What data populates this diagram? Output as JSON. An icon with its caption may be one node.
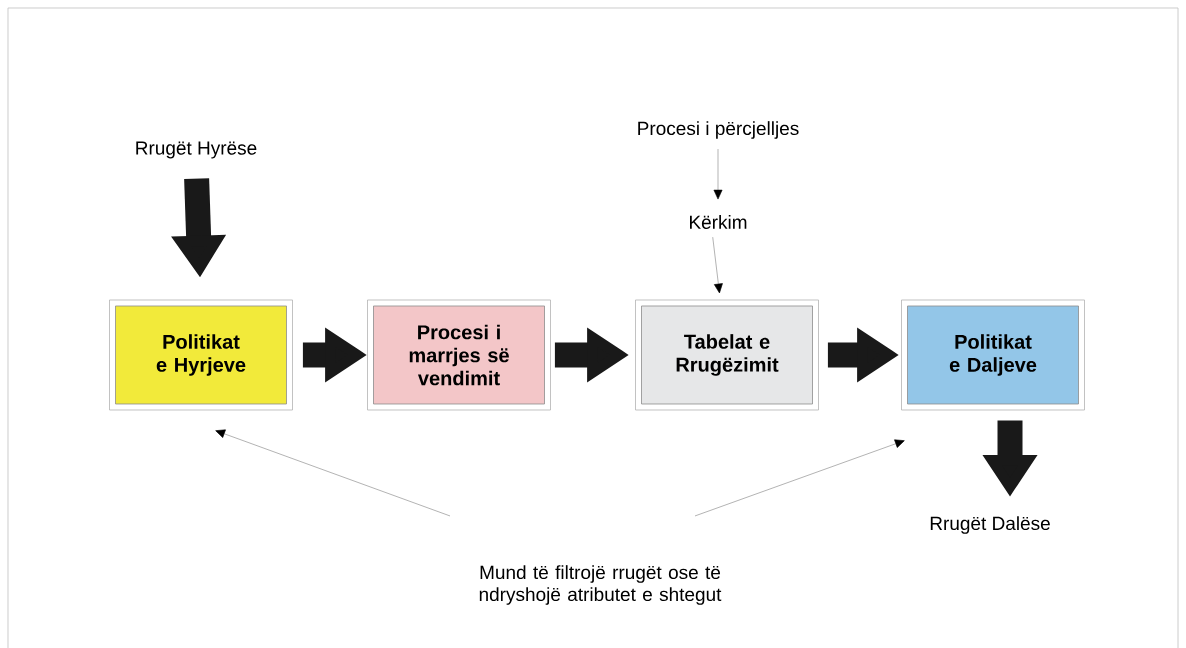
{
  "diagram": {
    "nodes": [
      {
        "text": [
          "Rrugët Hyrëse"
        ]
      },
      {
        "text": [
          "Politikat e Hyrjeve"
        ]
      },
      {
        "text": [
          "Procesi i marrjes së vendimit"
        ]
      },
      {
        "text": [
          "Procesi i përcjelljes"
        ]
      },
      {
        "text": [
          "Kërkim"
        ]
      },
      {
        "text": [
          "Tabelat e Rrugëzimit"
        ]
      },
      {
        "text": [
          "Politikat e Daljeve"
        ]
      },
      {
        "text": [
          "Rrugët Dalëse"
        ]
      },
      {
        "text": [
          "Mund të filtrojë rrugët ose të ndryshojë atributet e shtegut"
        ]
      }
    ],
    "edges": [
      {
        "from": 0,
        "to": 1,
        "arrow": "to"
      },
      {
        "from": 1,
        "to": 2,
        "arrow": "to"
      },
      {
        "from": 2,
        "to": 5,
        "arrow": "to"
      },
      {
        "from": 5,
        "to": 6,
        "arrow": "to"
      },
      {
        "from": 6,
        "to": 7,
        "arrow": "to"
      },
      {
        "from": 3,
        "to": 4,
        "arrow": "to",
        "color": "#808080"
      },
      {
        "from": 4,
        "to": 5,
        "arrow": "to",
        "color": "#808080"
      },
      {
        "from": 8,
        "to": 1,
        "arrow": "to",
        "color": "#808080"
      },
      {
        "from": 8,
        "to": 6,
        "arrow": "to",
        "color": "#808080"
      }
    ]
  }
}
